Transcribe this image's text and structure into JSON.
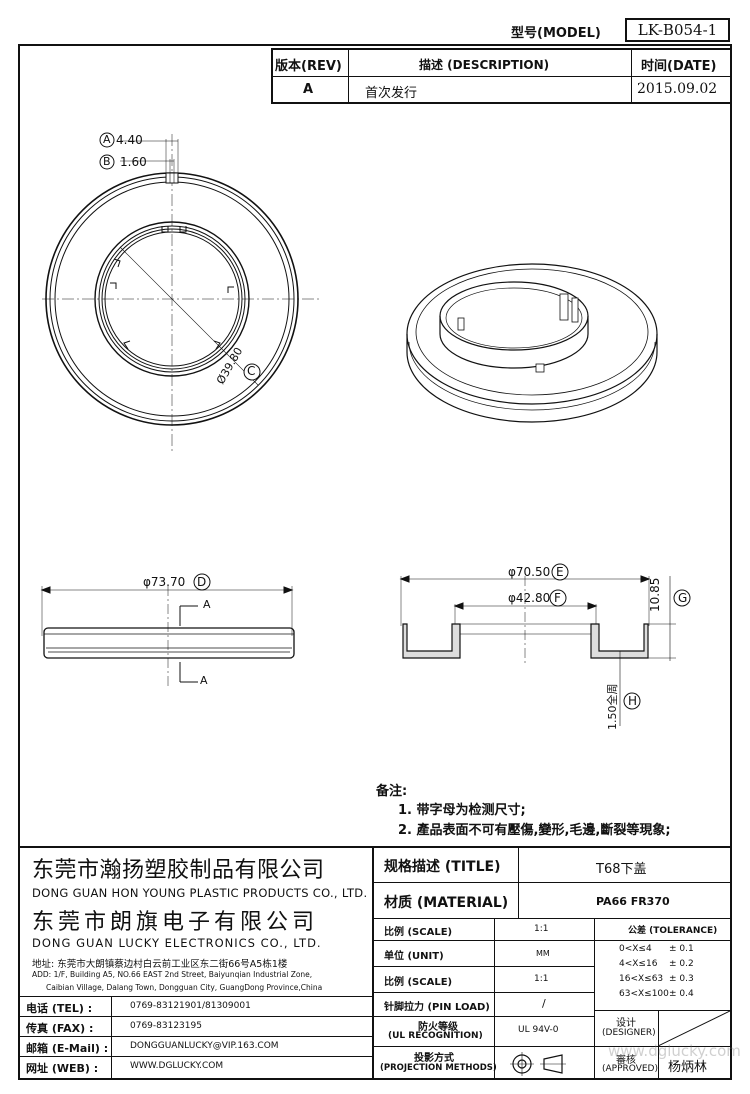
{
  "header": {
    "model_label": "型号(MODEL)",
    "model_value": "LK-B054-1"
  },
  "revision_table": {
    "rev_header": "版本(REV)",
    "desc_header": "描述 (DESCRIPTION)",
    "date_header": "时间(DATE)",
    "rev": "A",
    "description": "首次发行",
    "date": "2015.09.02"
  },
  "dimensions": {
    "A": "4.40",
    "B": "1.60",
    "C": "Ø39.80",
    "D": "φ73.70",
    "E": "φ70.50",
    "F": "φ42.80",
    "G": "10.85",
    "H": "1.50全周",
    "A_letter": "A",
    "B_letter": "B",
    "C_letter": "C",
    "D_letter": "D",
    "E_letter": "E",
    "F_letter": "F",
    "G_letter": "G",
    "H_letter": "H",
    "section_label": "A"
  },
  "notes": {
    "title": "备注:",
    "items": [
      "1. 带字母为检测尺寸;",
      "2. 產品表面不可有壓傷,變形,毛邊,斷裂等現象;"
    ]
  },
  "company": {
    "name_cn_1": "东莞市瀚扬塑胶制品有限公司",
    "name_en_1": "DONG GUAN HON YOUNG PLASTIC PRODUCTS CO., LTD.",
    "name_cn_2": "东莞市朗旗电子有限公司",
    "name_en_2": "DONG GUAN LUCKY ELECTRONICS CO., LTD.",
    "address_cn": "地址: 东莞市大朗镇蔡边村白云前工业区东二街66号A5栋1楼",
    "address_en_1": "ADD: 1/F, Building A5, NO.66 EAST 2nd Street, Baiyunqian Industrial Zone,",
    "address_en_2": "Caibian Village, Dalang Town, Dongguan City, GuangDong Province,China"
  },
  "contacts": [
    {
      "label": "电话 (TEL) :",
      "value": "0769-83121901/81309001"
    },
    {
      "label": "传真 (FAX) :",
      "value": "0769-83123195"
    },
    {
      "label": "邮箱 (E-Mail) :",
      "value": "DONGGUANLUCKY@VIP.163.COM"
    },
    {
      "label": "网址 (WEB) :",
      "value": "WWW.DGLUCKY.COM"
    }
  ],
  "spec": {
    "title_label": "规格描述 (TITLE)",
    "title_value": "T68下盖",
    "material_label": "材质 (MATERIAL)",
    "material_value": "PA66 FR370",
    "scale_label_1": "比例 (SCALE)",
    "scale_value_1": "1:1",
    "unit_label": "单位 (UNIT)",
    "unit_value": "MM",
    "scale_label_2": "比例 (SCALE)",
    "scale_value_2": "1:1",
    "pin_label": "针脚拉力 (PIN LOAD)",
    "pin_value": "/",
    "ul_label_1": "防火等级",
    "ul_label_2": "(UL RECOGNITION)",
    "ul_value": "UL 94V-0",
    "proj_label_1": "投影方式",
    "proj_label_2": "(PROJECTION METHODS)",
    "tolerance_label": "公差 (TOLERANCE)",
    "tolerances": [
      {
        "range": "0<X≤4",
        "value": "± 0.1"
      },
      {
        "range": "4<X≤16",
        "value": "± 0.2"
      },
      {
        "range": "16<X≤63",
        "value": "± 0.3"
      },
      {
        "range": "63<X≤100",
        "value": "± 0.4"
      }
    ],
    "designer_label_1": "设计",
    "designer_label_2": "(DESIGNER)",
    "approved_label_1": "審核",
    "approved_label_2": "(APPROVED)",
    "approver": "杨炳林",
    "watermark": "www.dglucky.com"
  }
}
